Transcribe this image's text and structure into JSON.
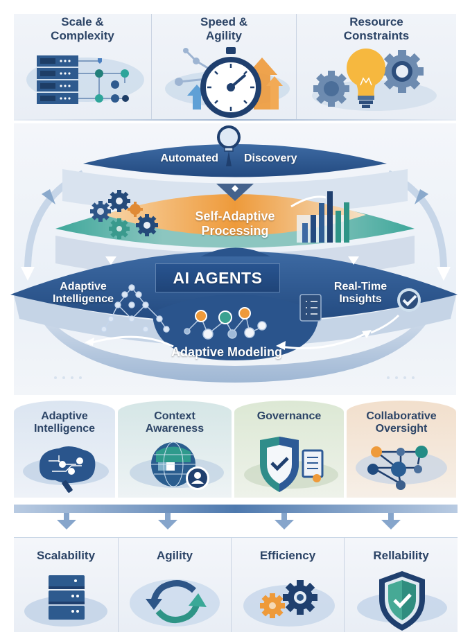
{
  "challenges": [
    {
      "label_line1": "Scale &",
      "label_line2": "Complexity",
      "icon": "server-network-icon"
    },
    {
      "label_line1": "Speed &",
      "label_line2": "Agility",
      "icon": "stopwatch-icon"
    },
    {
      "label_line1": "Resource",
      "label_line2": "Constraints",
      "icon": "lightbulb-gears-icon"
    }
  ],
  "core": {
    "top_tier": {
      "label_left": "Automated",
      "label_right": "Discovery",
      "icon": "magnifier-icon"
    },
    "middle_tier": {
      "label_line1": "Self-Adaptive",
      "label_line2": "Processing",
      "icons": [
        "gears-icon",
        "bar-chart-icon"
      ]
    },
    "center_badge": "AI AGENTS",
    "left_node": {
      "label_line1": "Adaptive",
      "label_line2": "Intelligence",
      "icon": "neural-net-icon"
    },
    "right_node": {
      "label_line1": "Real-Time",
      "label_line2": "Insights",
      "icons": [
        "checklist-icon",
        "check-circle-icon"
      ]
    },
    "bottom_node": {
      "label": "Adaptive Modeling",
      "icon": "node-graph-icon"
    }
  },
  "capabilities": [
    {
      "label_line1": "Adaptive",
      "label_line2": "Intelligence",
      "icon": "brain-circuit-icon",
      "tint": "#dfe8f3"
    },
    {
      "label_line1": "Context",
      "label_line2": "Awareness",
      "icon": "globe-user-icon",
      "tint": "#dbe9ea"
    },
    {
      "label_line1": "Governance",
      "label_line2": "",
      "icon": "shield-document-icon",
      "tint": "#e3ebdc"
    },
    {
      "label_line1": "Collaborative",
      "label_line2": "Oversight",
      "icon": "network-icon",
      "tint": "#f3e3d3"
    }
  ],
  "outcomes": [
    {
      "label": "Scalability",
      "icon": "server-stack-icon"
    },
    {
      "label": "Agility",
      "icon": "cycle-arrows-icon"
    },
    {
      "label": "Efficiency",
      "icon": "gears-icon"
    },
    {
      "label": "Rellability",
      "icon": "shield-check-icon"
    }
  ],
  "colors": {
    "navy": "#1f3f6e",
    "blue": "#2f5d94",
    "light_blue": "#8fb0d6",
    "orange": "#ee9a3a",
    "teal": "#2f9a8c",
    "text_dark": "#2c4466"
  }
}
